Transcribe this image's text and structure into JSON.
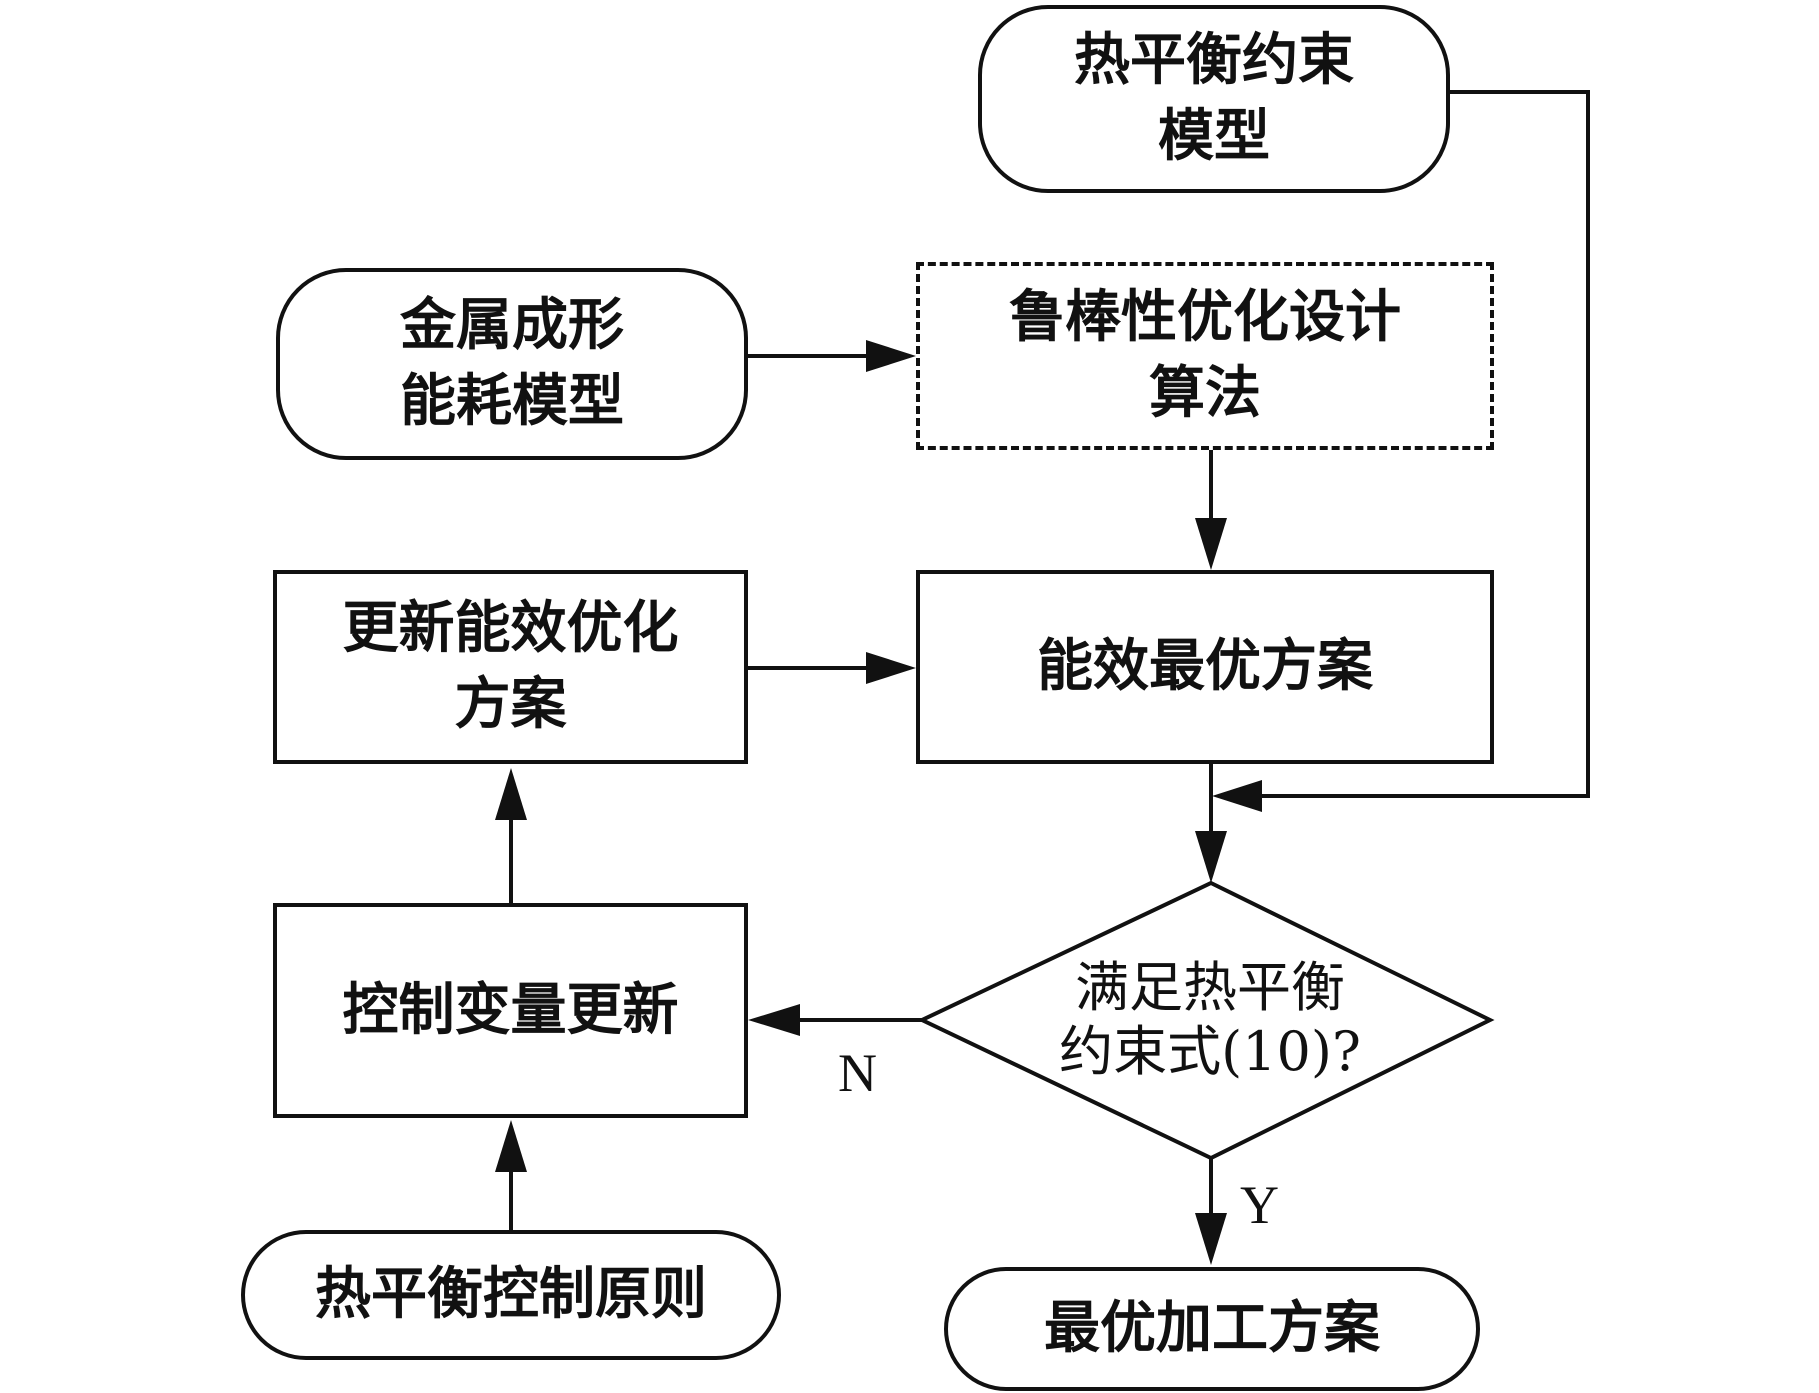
{
  "nodes": {
    "thermal_model": {
      "line1": "热平衡约束",
      "line2": "模型"
    },
    "energy_model": {
      "line1": "金属成形",
      "line2": "能耗模型"
    },
    "robust_algo": {
      "line1": "鲁棒性优化设计",
      "line2": "算法"
    },
    "update_plan": {
      "line1": "更新能效优化",
      "line2": "方案"
    },
    "optimal_plan": {
      "label": "能效最优方案"
    },
    "control_update": {
      "label": "控制变量更新"
    },
    "decision": {
      "line1": "满足热平衡",
      "line2": "约束式(10)?"
    },
    "control_principle": {
      "label": "热平衡控制原则"
    },
    "final_plan": {
      "label": "最优加工方案"
    }
  },
  "edges": {
    "no_label": "N",
    "yes_label": "Y"
  }
}
